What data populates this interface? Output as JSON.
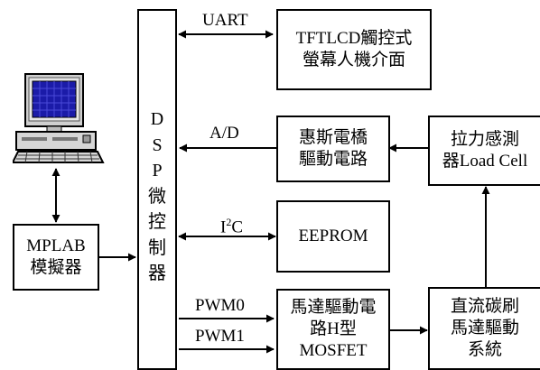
{
  "blocks": {
    "dsp": [
      "D",
      "S",
      "P",
      "微",
      "控",
      "制",
      "器"
    ],
    "tftlcd": [
      "TFTLCD觸控式",
      "螢幕人機介面"
    ],
    "wheatstone": [
      "惠斯電橋",
      "驅動電路"
    ],
    "loadcell": [
      "拉力感測",
      "器Load Cell"
    ],
    "eeprom": "EEPROM",
    "mplab": [
      "MPLAB",
      "模擬器"
    ],
    "hbridge": [
      "馬達驅動電",
      "路H型",
      "MOSFET"
    ],
    "motor": [
      "直流碳刷",
      "馬達驅動",
      "系統"
    ]
  },
  "signals": {
    "uart": "UART",
    "ad": "A/D",
    "i2c_main": "I",
    "i2c_sup": "2",
    "i2c_tail": "C",
    "pwm0": "PWM0",
    "pwm1": "PWM1"
  },
  "icons": {
    "computer": "desktop-computer-icon"
  }
}
